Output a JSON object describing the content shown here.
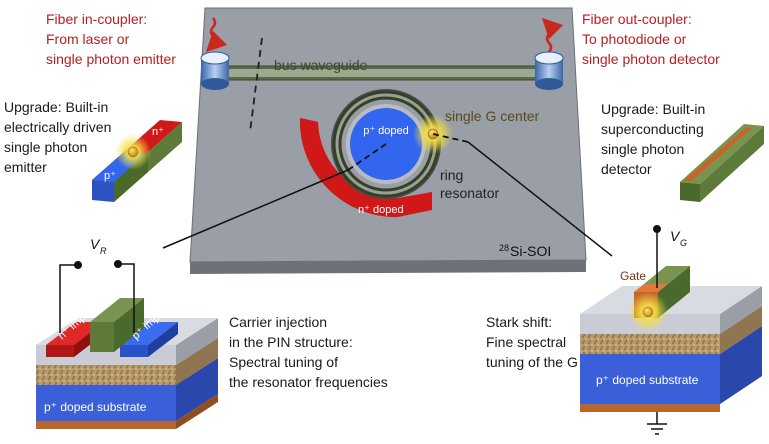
{
  "labels": {
    "fiber_in_line1": "Fiber in-coupler:",
    "fiber_in_line2": "From laser or",
    "fiber_in_line3": "single photon emitter",
    "fiber_out_line1": "Fiber out-coupler:",
    "fiber_out_line2": "To photodiode or",
    "fiber_out_line3": "single photon detector",
    "bus_waveguide": "bus waveguide",
    "single_g_center": "single G center",
    "ring_line1": "ring",
    "ring_line2": "resonator",
    "p_doped": "p⁺ doped",
    "n_doped": "n⁺ doped",
    "soi_sup": "28",
    "soi_text": "Si-SOI",
    "upgrade_left_line1": "Upgrade: Built-in",
    "upgrade_left_line2": "electrically driven",
    "upgrade_left_line3": "single photon",
    "upgrade_left_line4": "emitter",
    "upgrade_right_line1": "Upgrade: Built-in",
    "upgrade_right_line2": "superconducting",
    "upgrade_right_line3": "single photon",
    "upgrade_right_line4": "detector",
    "emitter_p": "p⁺",
    "emitter_n": "n⁺",
    "vr_main": "V",
    "vr_sub": "R",
    "vg_main": "V",
    "vg_sub": "G",
    "n_impl": "n⁺ impl.",
    "p_impl": "p⁺ impl.",
    "substrate_left": "p⁺ doped substrate",
    "substrate_right": "p⁺ doped substrate",
    "gate": "Gate",
    "carrier_line1": "Carrier injection",
    "carrier_line2": "in the PIN structure:",
    "carrier_line3": "Spectral tuning of",
    "carrier_line4": "the resonator frequencies",
    "stark_line1": "Stark shift:",
    "stark_line2": "Fine spectral",
    "stark_line3": "tuning of the G lines"
  },
  "colors": {
    "chip_top": "#9a9ea6",
    "chip_side": "#6d7178",
    "red_text": "#b41f1f",
    "n_doped": "#d01818",
    "p_doped": "#3366ee",
    "green_bar": "#5e7a3a",
    "gate": "#c8642a",
    "substrate_blue": "#3a5fd8",
    "copper": "#b5672e"
  }
}
